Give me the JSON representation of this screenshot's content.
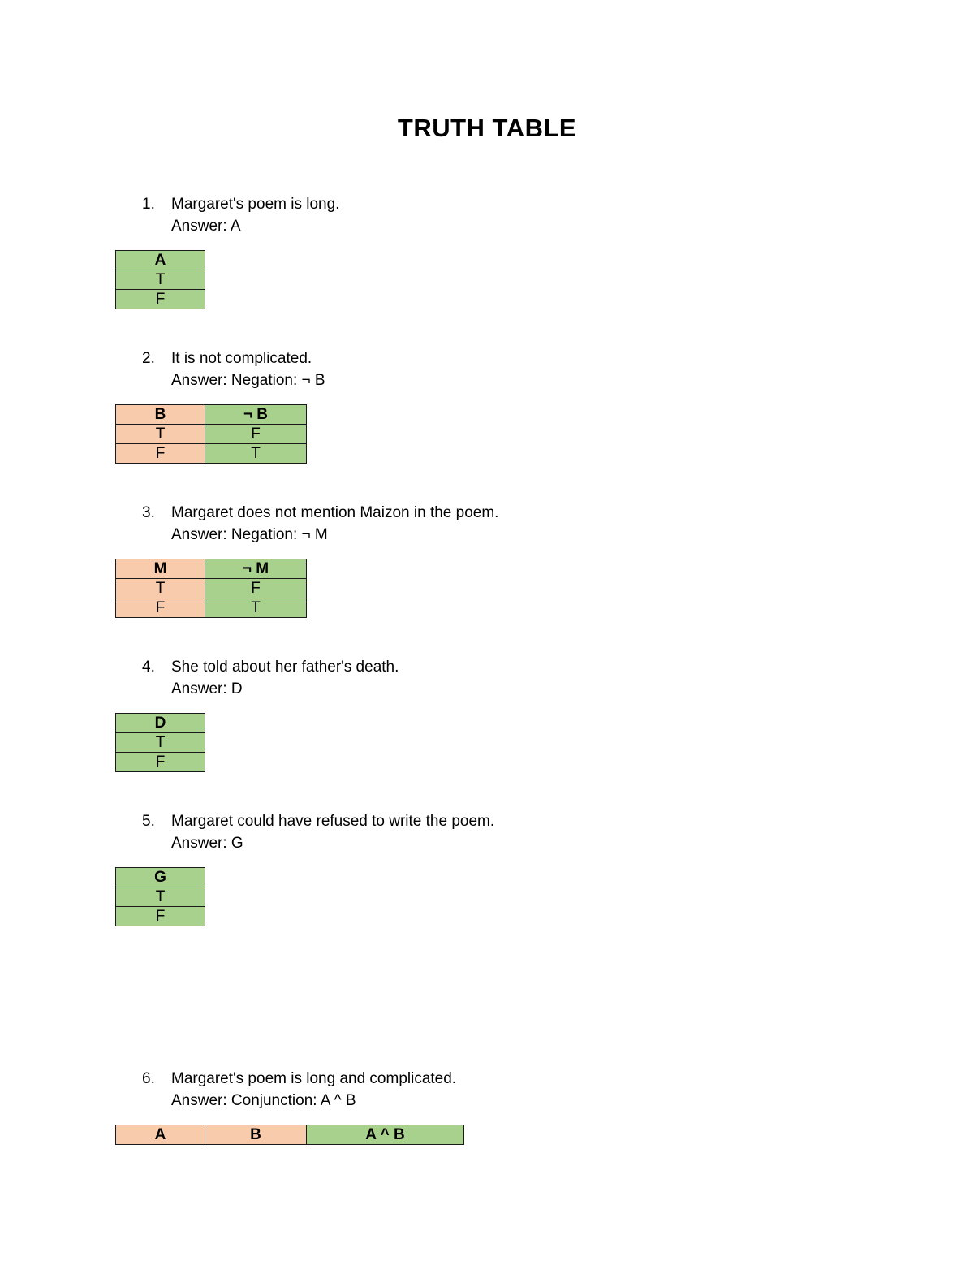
{
  "title": "TRUTH TABLE",
  "colors": {
    "variable_fill": "#f8cbad",
    "result_fill": "#a9d18e",
    "border": "#1a1a1a"
  },
  "items": [
    {
      "number": "1.",
      "statement": "Margaret's poem is long.",
      "answer": "Answer: A",
      "table": {
        "headers": [
          "A"
        ],
        "rows": [
          [
            "T"
          ],
          [
            "F"
          ]
        ]
      }
    },
    {
      "number": "2.",
      "statement": "It is not complicated.",
      "answer": "Answer: Negation: ¬ B",
      "table": {
        "headers": [
          "B",
          "¬ B"
        ],
        "rows": [
          [
            "T",
            "F"
          ],
          [
            "F",
            "T"
          ]
        ]
      }
    },
    {
      "number": "3.",
      "statement": "Margaret does not mention Maizon in the poem.",
      "answer": "Answer: Negation: ¬ M",
      "table": {
        "headers": [
          "M",
          "¬ M"
        ],
        "rows": [
          [
            "T",
            "F"
          ],
          [
            "F",
            "T"
          ]
        ]
      }
    },
    {
      "number": "4.",
      "statement": "She told about her father's death.",
      "answer": "Answer: D",
      "table": {
        "headers": [
          "D"
        ],
        "rows": [
          [
            "T"
          ],
          [
            "F"
          ]
        ]
      }
    },
    {
      "number": "5.",
      "statement": "Margaret could have refused to write the poem.",
      "answer": "Answer: G",
      "table": {
        "headers": [
          "G"
        ],
        "rows": [
          [
            "T"
          ],
          [
            "F"
          ]
        ]
      }
    },
    {
      "number": "6.",
      "statement": "Margaret's poem is long and complicated.",
      "answer": "Answer: Conjunction: A ^ B",
      "table": {
        "headers": [
          "A",
          "B",
          "A ^ B"
        ],
        "rows": []
      }
    }
  ]
}
